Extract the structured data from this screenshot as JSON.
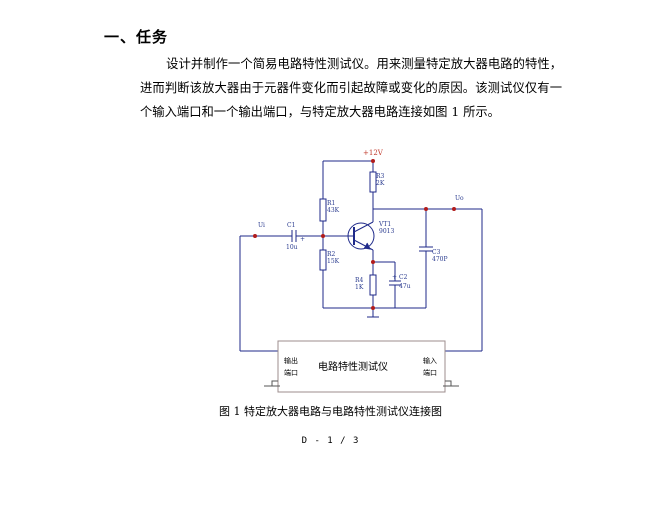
{
  "section": {
    "title": "一、任务"
  },
  "paragraph": {
    "text": "设计并制作一个简易电路特性测试仪。用来测量特定放大器电路的特性，进而判断该放大器由于元器件变化而引起故障或变化的原因。该测试仪仅有一个输入端口和一个输出端口，与特定放大器电路连接如图 1 所示。"
  },
  "diagram": {
    "vcc_label": "+12V",
    "ui_label": "Ui",
    "uo_label": "Uo",
    "components": {
      "r3": {
        "name": "R3",
        "value": "2K"
      },
      "r1": {
        "name": "R1",
        "value": "43K"
      },
      "r2": {
        "name": "R2",
        "value": "15K"
      },
      "r4": {
        "name": "R4",
        "value": "1K"
      },
      "c1": {
        "name": "C1",
        "value": "10u",
        "polarity": "+"
      },
      "c2": {
        "name": "C2",
        "value": "47u",
        "polarity": "+"
      },
      "c3": {
        "name": "C3",
        "value": "470P"
      },
      "vt1": {
        "name": "VT1",
        "value": "9013"
      }
    },
    "tester": {
      "title": "电路特性测试仪",
      "out_port_line1": "输出",
      "out_port_line2": "端口",
      "in_port_line1": "输入",
      "in_port_line2": "端口"
    },
    "colors": {
      "wire": "#1f2a8a",
      "node": "#b01c1c",
      "vcc": "#c0392b",
      "box": "#9c8d8d"
    }
  },
  "caption": "图 1 特定放大器电路与电路特性测试仪连接图",
  "footer": "D - 1 / 3"
}
